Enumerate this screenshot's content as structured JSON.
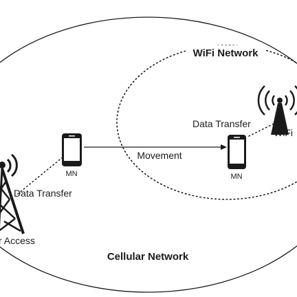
{
  "labels": {
    "wifi_network": "WiFi Network",
    "cellular_network": "Cellular Network",
    "data_transfer_cell": "Data Transfer",
    "data_transfer_wifi": "Data Transfer",
    "movement": "Movement",
    "mn_left": "MN",
    "mn_right": "MN",
    "wifi_ap": "WiFi",
    "cellular_access": "r Access"
  },
  "colors": {
    "line": "#1a1a1a",
    "phone_body": "#1a1a1a",
    "phone_screen": "#ffffff",
    "background": "#ffffff"
  },
  "icons": {
    "mobile_node_left": "smartphone-icon",
    "mobile_node_right": "smartphone-icon",
    "wifi_access_point": "wifi-tower-icon",
    "cell_tower": "cell-tower-icon"
  }
}
